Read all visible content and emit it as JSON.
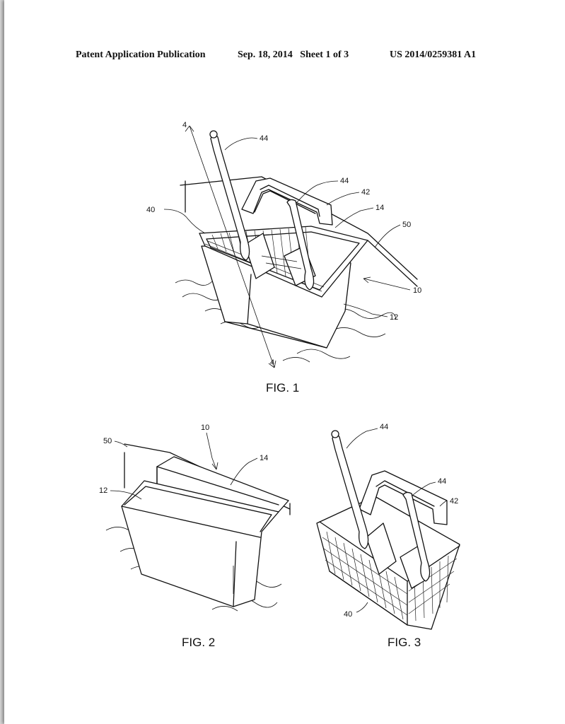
{
  "header": {
    "publication": "Patent Application Publication",
    "date_sheet": "Sep. 18, 2014   Sheet 1 of 3",
    "number": "US 2014/0259381 A1"
  },
  "fig1": {
    "caption": "FIG. 1",
    "labels": {
      "section_top": "4",
      "section_bottom": "4",
      "ref_44a": "44",
      "ref_44b": "44",
      "ref_42": "42",
      "ref_14": "14",
      "ref_50": "50",
      "ref_40": "40",
      "ref_10": "10",
      "ref_12": "12"
    }
  },
  "fig2": {
    "caption": "FIG. 2",
    "labels": {
      "ref_10": "10",
      "ref_50": "50",
      "ref_14": "14",
      "ref_12": "12"
    }
  },
  "fig3": {
    "caption": "FIG. 3",
    "labels": {
      "ref_44a": "44",
      "ref_44b": "44",
      "ref_42": "42",
      "ref_40": "40"
    }
  }
}
